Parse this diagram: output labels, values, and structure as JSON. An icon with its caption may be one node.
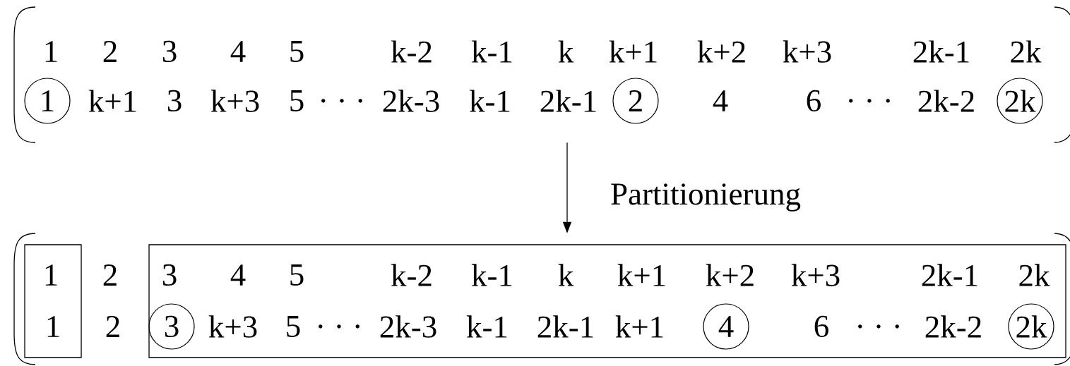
{
  "diagram": {
    "nodes": [
      {
        "text": [
          "1",
          "2",
          "3",
          "4",
          "5",
          "k-2",
          "k-1",
          "k",
          "k+1",
          "k+2",
          "k+3",
          "2k-1",
          "2k",
          "k+1",
          "3",
          "k+3",
          "5",
          ". . .",
          "2k-3",
          "k-1",
          "2k-1",
          "4",
          "6",
          ". . .",
          "2k-2"
        ]
      },
      {
        "text": [
          "1"
        ],
        "in": 0
      },
      {
        "text": [
          "2"
        ],
        "in": 0
      },
      {
        "text": [
          "2k"
        ],
        "in": 0
      },
      {
        "text": [
          "2",
          "2"
        ]
      },
      {
        "text": [
          "1",
          "1"
        ],
        "in": 4
      },
      {
        "text": [
          "3",
          "4",
          "5",
          "k-2",
          "k-1",
          "k",
          "k+1",
          "k+2",
          "k+3",
          "2k-1",
          "2k",
          "k+3",
          "5",
          ". . .",
          "2k-3",
          "k-1",
          "2k-1",
          "k+1",
          "6",
          ". . .",
          "2k-2"
        ],
        "in": 4
      },
      {
        "text": [
          "3"
        ],
        "in": 6
      },
      {
        "text": [
          "4"
        ],
        "in": 6
      },
      {
        "text": [
          "2k"
        ],
        "in": 6
      }
    ],
    "edges": [
      {
        "from": 0,
        "to": 4,
        "arrow": "to",
        "label": "Partitionierung"
      }
    ]
  }
}
